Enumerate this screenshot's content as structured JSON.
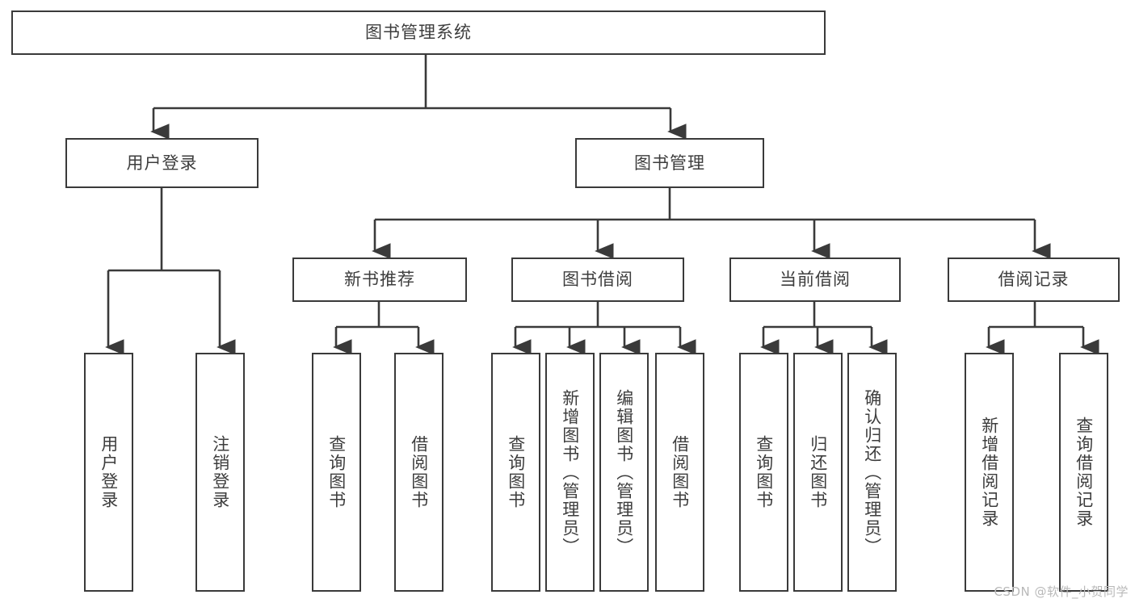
{
  "diagram": {
    "title": "图书管理系统",
    "type": "tree",
    "root": {
      "id": "root",
      "label": "图书管理系统"
    },
    "level2": [
      {
        "id": "user-login",
        "label": "用户登录"
      },
      {
        "id": "book-manage",
        "label": "图书管理"
      }
    ],
    "level3": [
      {
        "id": "new-book-recommend",
        "label": "新书推荐"
      },
      {
        "id": "book-borrow",
        "label": "图书借阅"
      },
      {
        "id": "current-borrow",
        "label": "当前借阅"
      },
      {
        "id": "borrow-record",
        "label": "借阅记录"
      }
    ],
    "leaves": {
      "user_login": [
        {
          "id": "leaf-user-login",
          "label": "用户登录"
        },
        {
          "id": "leaf-logout-login",
          "label": "注销登录"
        }
      ],
      "new_book_recommend": [
        {
          "id": "leaf-query-book-1",
          "label": "查询图书"
        },
        {
          "id": "leaf-borrow-book-1",
          "label": "借阅图书"
        }
      ],
      "book_borrow": [
        {
          "id": "leaf-query-book-2",
          "label": "查询图书"
        },
        {
          "id": "leaf-add-book",
          "label": "新增图书（管理员）"
        },
        {
          "id": "leaf-edit-book",
          "label": "编辑图书（管理员）"
        },
        {
          "id": "leaf-borrow-book-2",
          "label": "借阅图书"
        }
      ],
      "current_borrow": [
        {
          "id": "leaf-query-book-3",
          "label": "查询图书"
        },
        {
          "id": "leaf-return-book",
          "label": "归还图书"
        },
        {
          "id": "leaf-confirm-return",
          "label": "确认归还（管理员）"
        }
      ],
      "borrow_record": [
        {
          "id": "leaf-add-record",
          "label": "新增借阅记录"
        },
        {
          "id": "leaf-query-record",
          "label": "查询借阅记录"
        }
      ]
    }
  },
  "watermark": {
    "text": "CSDN @软件_小贺同学"
  },
  "colors": {
    "stroke": "#3a3a3a",
    "text": "#3d3d3d",
    "background": "#ffffff",
    "watermark": "#b9b9b9"
  }
}
